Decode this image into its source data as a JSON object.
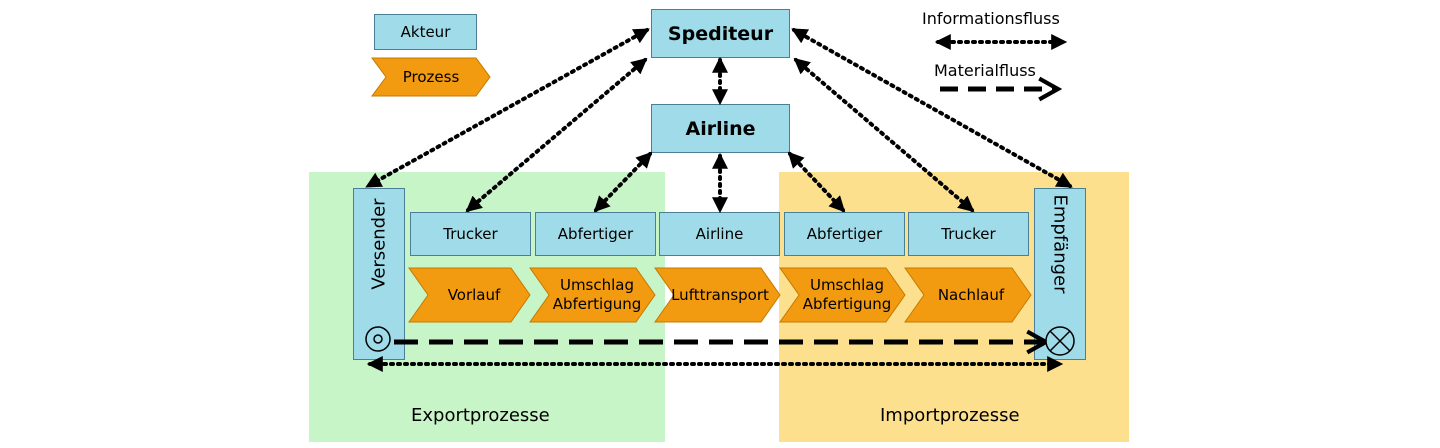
{
  "legend": {
    "actor_label": "Akteur",
    "process_label": "Prozess",
    "info_flow_label": "Informationsfluss",
    "material_flow_label": "Materialfluss"
  },
  "top_actors": {
    "spediteur": "Spediteur",
    "airline": "Airline"
  },
  "side_actors": {
    "versender": "Versender",
    "empfaenger": "Empfänger"
  },
  "row_actors": [
    "Trucker",
    "Abfertiger",
    "Airline",
    "Abfertiger",
    "Trucker"
  ],
  "processes": [
    "Vorlauf",
    "Umschlag\nAbfertigung",
    "Lufttransport",
    "Umschlag\nAbfertigung",
    "Nachlauf"
  ],
  "regions": {
    "export": "Exportprozesse",
    "import": "Importprozesse"
  },
  "colors": {
    "actor_fill": "#9fdbe8",
    "process_fill": "#f29a10",
    "export_region": "#c8f5c8",
    "import_region": "#fde08e"
  }
}
